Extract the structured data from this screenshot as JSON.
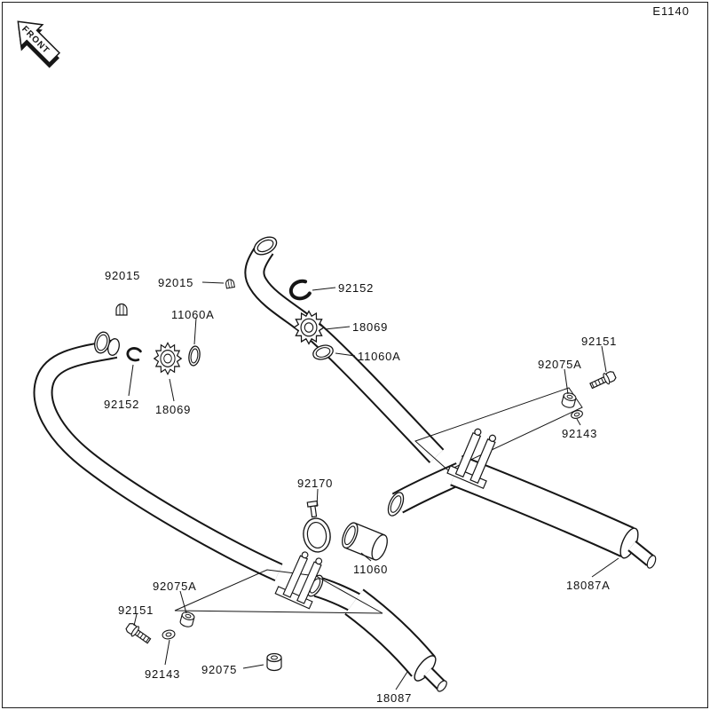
{
  "sheet": {
    "code": "E1140",
    "front_marker": "FRONT"
  },
  "colors": {
    "ink": "#161616",
    "paper": "#ffffff"
  },
  "labels": [
    {
      "text": "92015"
    },
    {
      "text": "92015"
    },
    {
      "text": "92152"
    },
    {
      "text": "11060A"
    },
    {
      "text": "18069"
    },
    {
      "text": "11060A"
    },
    {
      "text": "92151"
    },
    {
      "text": "92075A"
    },
    {
      "text": "92152"
    },
    {
      "text": "18069"
    },
    {
      "text": "92143"
    },
    {
      "text": "92170"
    },
    {
      "text": "11060"
    },
    {
      "text": "18087A"
    },
    {
      "text": "92075A"
    },
    {
      "text": "92151"
    },
    {
      "text": "92143"
    },
    {
      "text": "92075"
    },
    {
      "text": "18087"
    }
  ]
}
